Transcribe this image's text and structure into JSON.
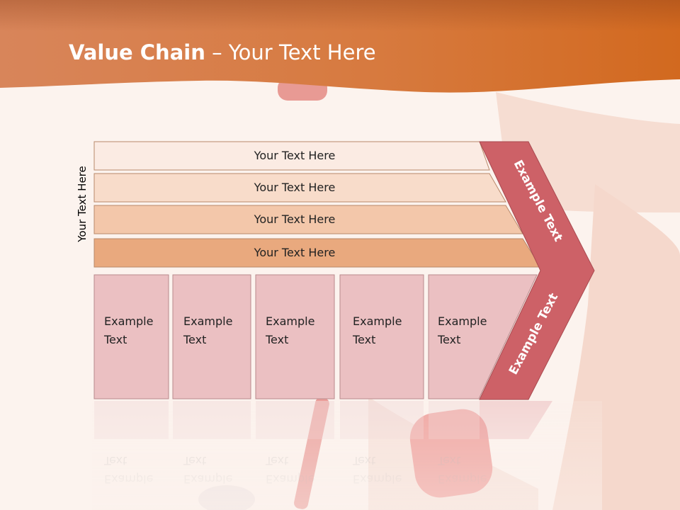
{
  "slide": {
    "title_bold": "Value Chain",
    "title_rest": " – Your Text Here"
  },
  "side_label": "Your Text Here",
  "support_bars": [
    {
      "label": "Your Text Here",
      "fill": "#fbebe3"
    },
    {
      "label": "Your Text Here",
      "fill": "#f8dcca"
    },
    {
      "label": "Your Text Here",
      "fill": "#f3c7aa"
    },
    {
      "label": "Your Text Here",
      "fill": "#e9a97e"
    }
  ],
  "primary_boxes": [
    {
      "line1": "Example",
      "line2": "Text"
    },
    {
      "line1": "Example",
      "line2": "Text"
    },
    {
      "line1": "Example",
      "line2": "Text"
    },
    {
      "line1": "Example",
      "line2": "Text"
    },
    {
      "line1": "Example",
      "line2": "Text"
    }
  ],
  "margin_upper": "Example Text",
  "margin_lower": "Example Text",
  "colors": {
    "header_orange": "#d5702f",
    "chevron_red": "#cd6167",
    "box_pink": "#ebc0c2",
    "box_border": "#b98a8c",
    "bar_border": "#b9896b"
  }
}
